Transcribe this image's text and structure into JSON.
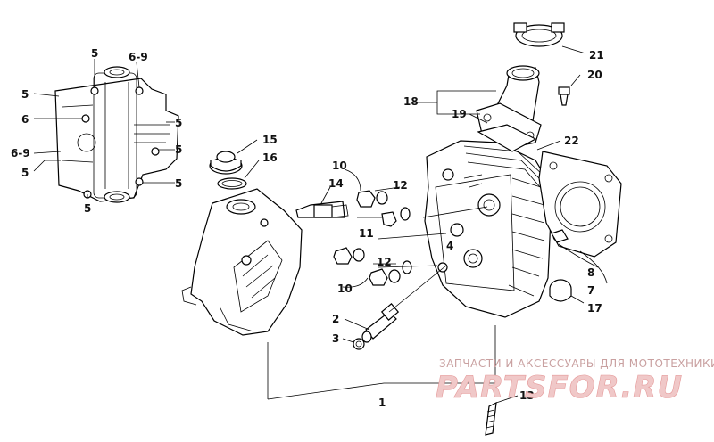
{
  "callouts": {
    "c1": "1",
    "c2": "2",
    "c3": "3",
    "c4": "4",
    "c5a": "5",
    "c5b": "5",
    "c5c": "5",
    "c5d": "5",
    "c5e": "5",
    "c5f": "5",
    "c5g": "5",
    "c6": "6",
    "c69a": "6-9",
    "c69b": "6-9",
    "c7": "7",
    "c8": "8",
    "c10a": "10",
    "c10b": "10",
    "c11": "11",
    "c12a": "12",
    "c12b": "12",
    "c13": "13",
    "c14": "14",
    "c15": "15",
    "c16": "16",
    "c17": "17",
    "c18": "18",
    "c19": "19",
    "c20": "20",
    "c21": "21",
    "c22": "22"
  },
  "watermark": {
    "caption": "ЗАПЧАСТИ И АКСЕССУАРЫ ДЛЯ МОТОТЕХНИКИ",
    "brand": "PARTSFOR.RU"
  }
}
